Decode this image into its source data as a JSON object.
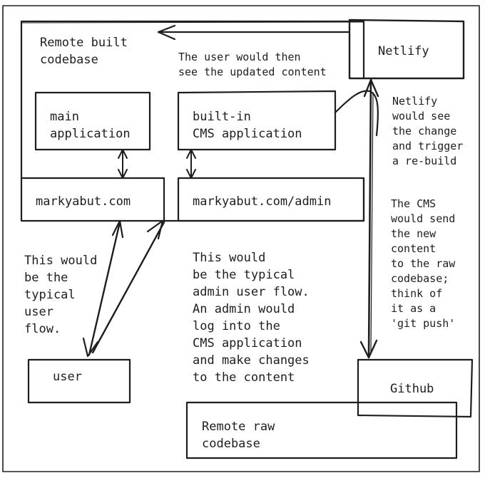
{
  "nodes": {
    "remote_built": "Remote built\ncodebase",
    "main_app": "main\napplication",
    "cms_app": "built-in\nCMS application",
    "site": "markyabut.com",
    "admin": "markyabut.com/admin",
    "netlify": "Netlify",
    "user": "user",
    "github": "Github",
    "remote_raw": "Remote raw\ncodebase"
  },
  "notes": {
    "updated_content": "The user would then\nsee the updated content",
    "netlify_rebuild": "Netlify\nwould see\nthe change\nand trigger\na re-build",
    "cms_push": "The CMS\nwould send\nthe new\ncontent\nto the raw\ncodebase;\nthink of\nit as a\n'git push'",
    "user_flow": "This would\nbe the\ntypical\nuser\nflow.",
    "admin_flow": "This would\nbe the typical\nadmin user flow.\nAn admin would\nlog into the\nCMS application\nand make changes\nto the content"
  },
  "colors": {
    "stroke": "#1e1e1e",
    "background": "#ffffff"
  }
}
